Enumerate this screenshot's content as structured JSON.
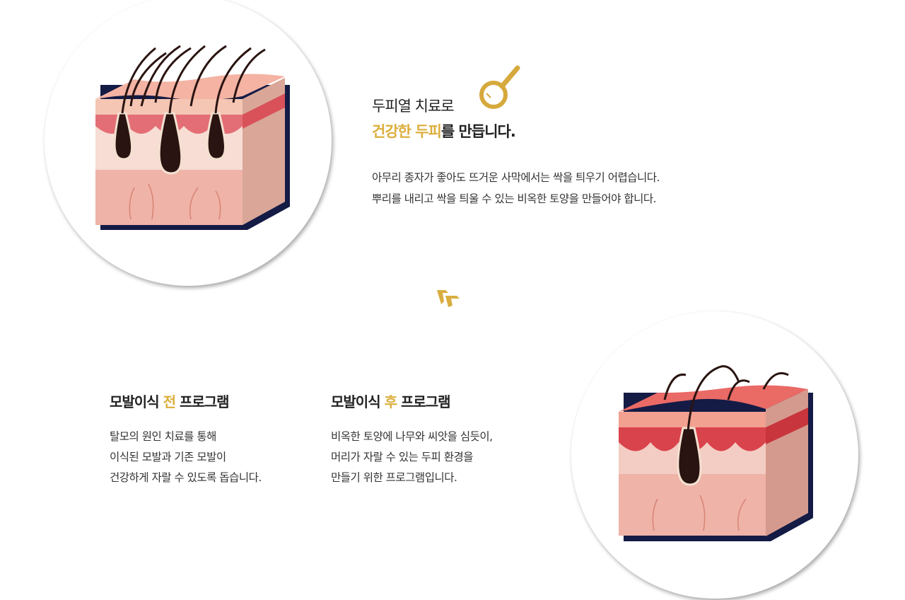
{
  "intro": {
    "line1": "두피열 치료로",
    "line2_highlight": "건강한 두피",
    "line2_rest": "를 만듭니다.",
    "desc": [
      "아무리 종자가 좋아도 뜨거운 사막에서는 싹을 틔우기 어렵습니다.",
      "뿌리를 내리고 싹을 틔울 수 있는 비옥한 토양을 만들어야 합니다."
    ]
  },
  "before": {
    "title_a": "모발이식 ",
    "title_hl": "전",
    "title_b": " 프로그램",
    "desc": [
      "탈모의 원인 치료를 통해",
      "이식된 모발과 기존 모발이",
      "건강하게 자랄 수 있도록 돕습니다."
    ]
  },
  "after": {
    "title_a": "모발이식 ",
    "title_hl": "후",
    "title_b": " 프로그램",
    "desc": [
      "비옥한 토양에 나무와 씨앗을 심듯이,",
      "머리가 자랄 수 있는 두피 환경을",
      "만들기 위한 프로그램입니다."
    ]
  },
  "colors": {
    "accent": "#dcae3c",
    "navy": "#1b2147"
  },
  "icons": [
    "magnifier-icon",
    "double-chevron-icon"
  ]
}
